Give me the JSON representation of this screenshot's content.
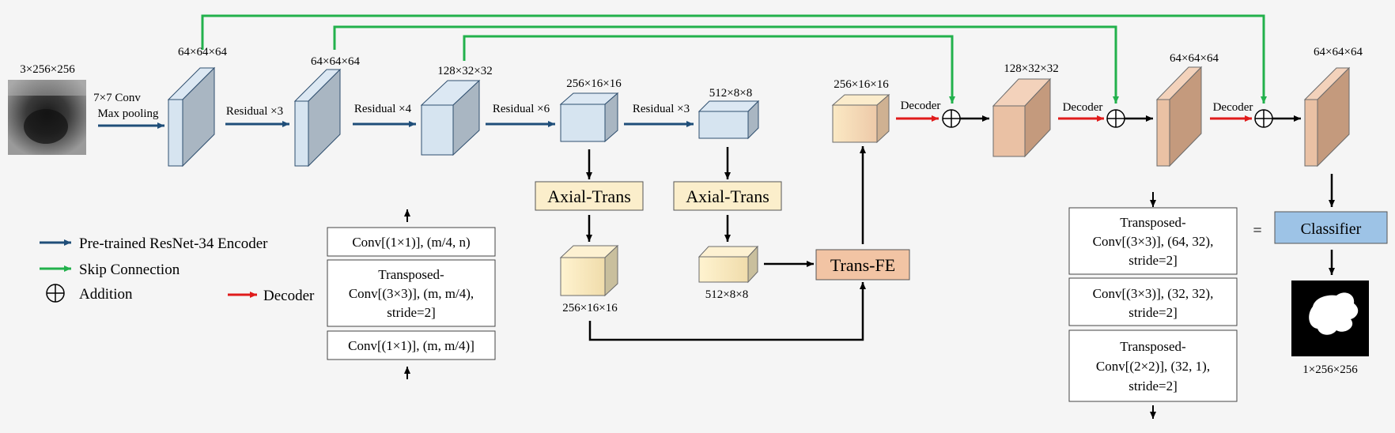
{
  "diagram": {
    "image_label": "3×256×256",
    "stem_label_1": "7×7 Conv",
    "stem_label_2": "Max pooling",
    "enc1_dim": "64×64×64",
    "enc2_dim": "64×64×64",
    "enc3_dim": "128×32×32",
    "enc4_dim": "256×16×16",
    "enc5_dim": "512×8×8",
    "res1": "Residual ×3",
    "res2": "Residual ×4",
    "res3": "Residual ×6",
    "res4": "Residual ×3",
    "axial1": "Axial-Trans",
    "axial2": "Axial-Trans",
    "axial_out1_dim": "256×16×16",
    "axial_out2_dim": "512×8×8",
    "transfe": "Trans-FE",
    "dec_in_dim": "256×16×16",
    "dec1_dim": "128×32×32",
    "dec2_dim": "64×64×64",
    "dec3_dim": "64×64×64",
    "decoder_label": "Decoder",
    "classifier": "Classifier",
    "equals": "=",
    "output_dim": "1×256×256",
    "legend": {
      "encoder": "Pre-trained ResNet-34 Encoder",
      "skip": "Skip Connection",
      "addition": "Addition",
      "decoder": "Decoder"
    },
    "decoder_block": {
      "conv_top": "Conv[(1×1)], (m/4, n)",
      "tconv_line1": "Transposed-",
      "tconv_line2": "Conv[(3×3)], (m, m/4),",
      "tconv_line3": "stride=2]",
      "conv_bottom": "Conv[(1×1)], (m, m/4)]"
    },
    "classifier_block": {
      "b1_line1": "Transposed-",
      "b1_line2": "Conv[(3×3)], (64, 32),",
      "b1_line3": "stride=2]",
      "b2_line1": "Conv[(3×3)], (32, 32),",
      "b2_line2": "stride=2]",
      "b3_line1": "Transposed-",
      "b3_line2": "Conv[(2×2)], (32, 1),",
      "b3_line3": "stride=2]"
    },
    "colors": {
      "encoder_arrow": "#1f4e79",
      "skip": "#22b14c",
      "decoder_arrow": "#e01b1b",
      "encoder_block": "#d6e4f0",
      "decoder_block": "#eac1a4",
      "axial_block": "#fbeecb",
      "transfe": "#f2c4a4",
      "classifier": "#9dc3e6"
    }
  }
}
